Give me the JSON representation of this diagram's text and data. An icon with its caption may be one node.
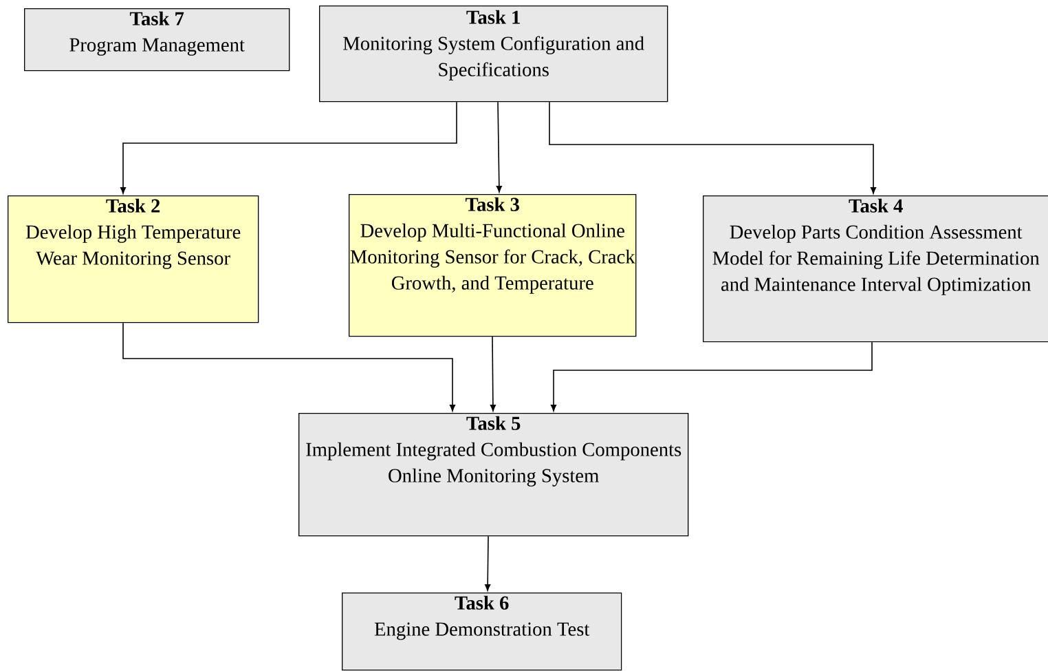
{
  "diagram": {
    "nodes": [
      {
        "text": [
          "Task 7",
          "Program Management"
        ]
      },
      {
        "text": [
          "Task 1",
          "Monitoring System Configuration and Specifications"
        ]
      },
      {
        "text": [
          "Task 2",
          "Develop High Temperature Wear Monitoring Sensor"
        ]
      },
      {
        "text": [
          "Task 3",
          "Develop Multi-Functional Online Monitoring Sensor for Crack, Crack Growth, and Temperature"
        ]
      },
      {
        "text": [
          "Task 4",
          "Develop Parts Condition Assessment Model for Remaining Life Determination and Maintenance Interval Optimization"
        ]
      },
      {
        "text": [
          "Task 5",
          "Implement Integrated Combustion Components Online Monitoring System"
        ]
      },
      {
        "text": [
          "Task 6",
          "Engine Demonstration Test"
        ]
      }
    ],
    "edges": [
      {
        "from": 1,
        "to": 2,
        "arrow": "to"
      },
      {
        "from": 1,
        "to": 3,
        "arrow": "to"
      },
      {
        "from": 1,
        "to": 4,
        "arrow": "to"
      },
      {
        "from": 2,
        "to": 5,
        "arrow": "to"
      },
      {
        "from": 3,
        "to": 5,
        "arrow": "to"
      },
      {
        "from": 4,
        "to": 5,
        "arrow": "to"
      },
      {
        "from": 5,
        "to": 6,
        "arrow": "to"
      }
    ]
  }
}
